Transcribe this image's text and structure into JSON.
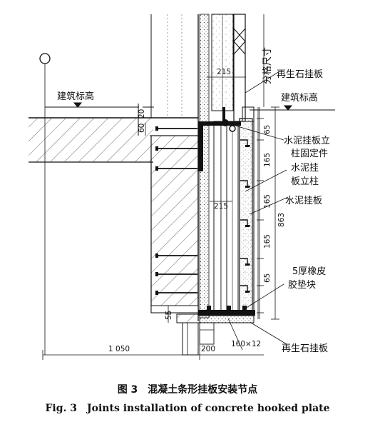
{
  "labels": {
    "building_elev_left": "建筑标高",
    "building_elev_right": "建筑标高",
    "grid_size": "分格尺寸",
    "recycled_stone_top": "再生石挂板",
    "post_fixing_l1": "水泥挂板立",
    "post_fixing_l2": "柱固定件",
    "post_l1": "水泥挂",
    "post_l2": "板立柱",
    "cement_panel": "水泥挂板",
    "pad_l1": "5厚橡皮",
    "pad_l2": "胶垫块",
    "recycled_stone_bottom": "再生石挂板"
  },
  "dimensions": {
    "d215_top": "215",
    "d215_mid": "215",
    "d60": "60",
    "d20": "20",
    "d65_a": "65",
    "d165_a": "165",
    "d165_b": "165",
    "d165_c": "165",
    "d65_b": "65",
    "d863": "863",
    "d55": "55",
    "d1050": "1 050",
    "d200": "200",
    "d160x12": "160×12"
  },
  "caption": {
    "cn": "图 3　混凝土条形挂板安装节点",
    "en": "Fig. 3　Joints installation of concrete hooked plate"
  }
}
